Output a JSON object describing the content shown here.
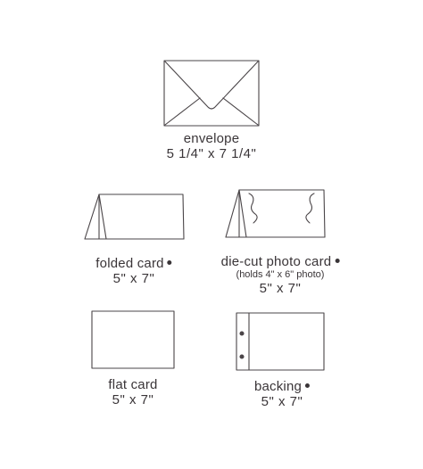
{
  "items": {
    "envelope": {
      "name": "envelope",
      "size": "5 1/4\" x 7 1/4\""
    },
    "folded_card": {
      "name": "folded card",
      "size": "5\" x 7\""
    },
    "die_cut_card": {
      "name": "die-cut photo card",
      "note": "(holds 4\" x 6\" photo)",
      "size": "5\" x 7\""
    },
    "flat_card": {
      "name": "flat card",
      "size": "5\" x 7\""
    },
    "backing": {
      "name": "backing",
      "size": "5\" x 7\""
    }
  }
}
